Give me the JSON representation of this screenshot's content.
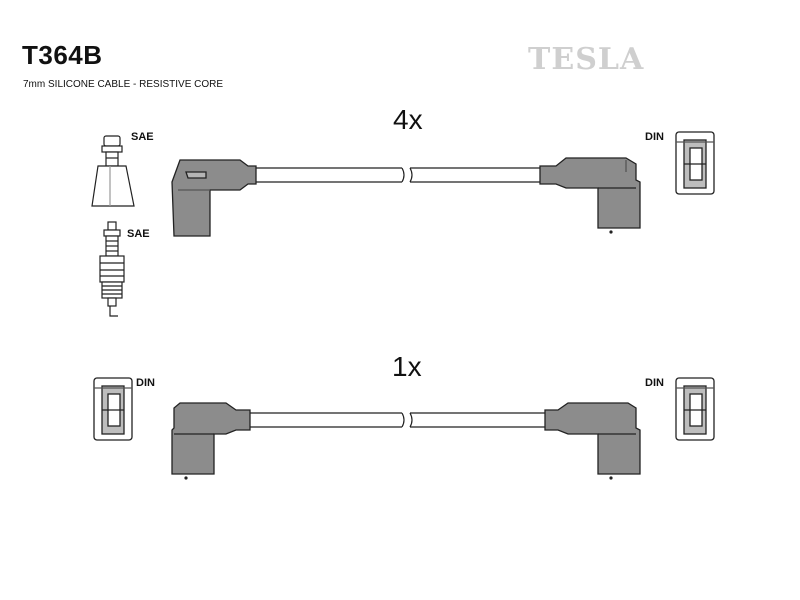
{
  "header": {
    "part_number": "T364B",
    "subtitle": "7mm SILICONE CABLE - RESISTIVE CORE",
    "brand": "TESLA"
  },
  "cables": {
    "top_quantity": "4x",
    "bottom_quantity": "1x"
  },
  "connectors": {
    "sae_cap_label": "SAE",
    "sae_plug_label": "SAE",
    "din_top_label": "DIN",
    "din_bottom_left_label": "DIN",
    "din_bottom_right_label": "DIN"
  },
  "colors": {
    "boot_fill": "#8c8c8c",
    "outline": "#222222",
    "watermark": "#cfcfcf"
  }
}
